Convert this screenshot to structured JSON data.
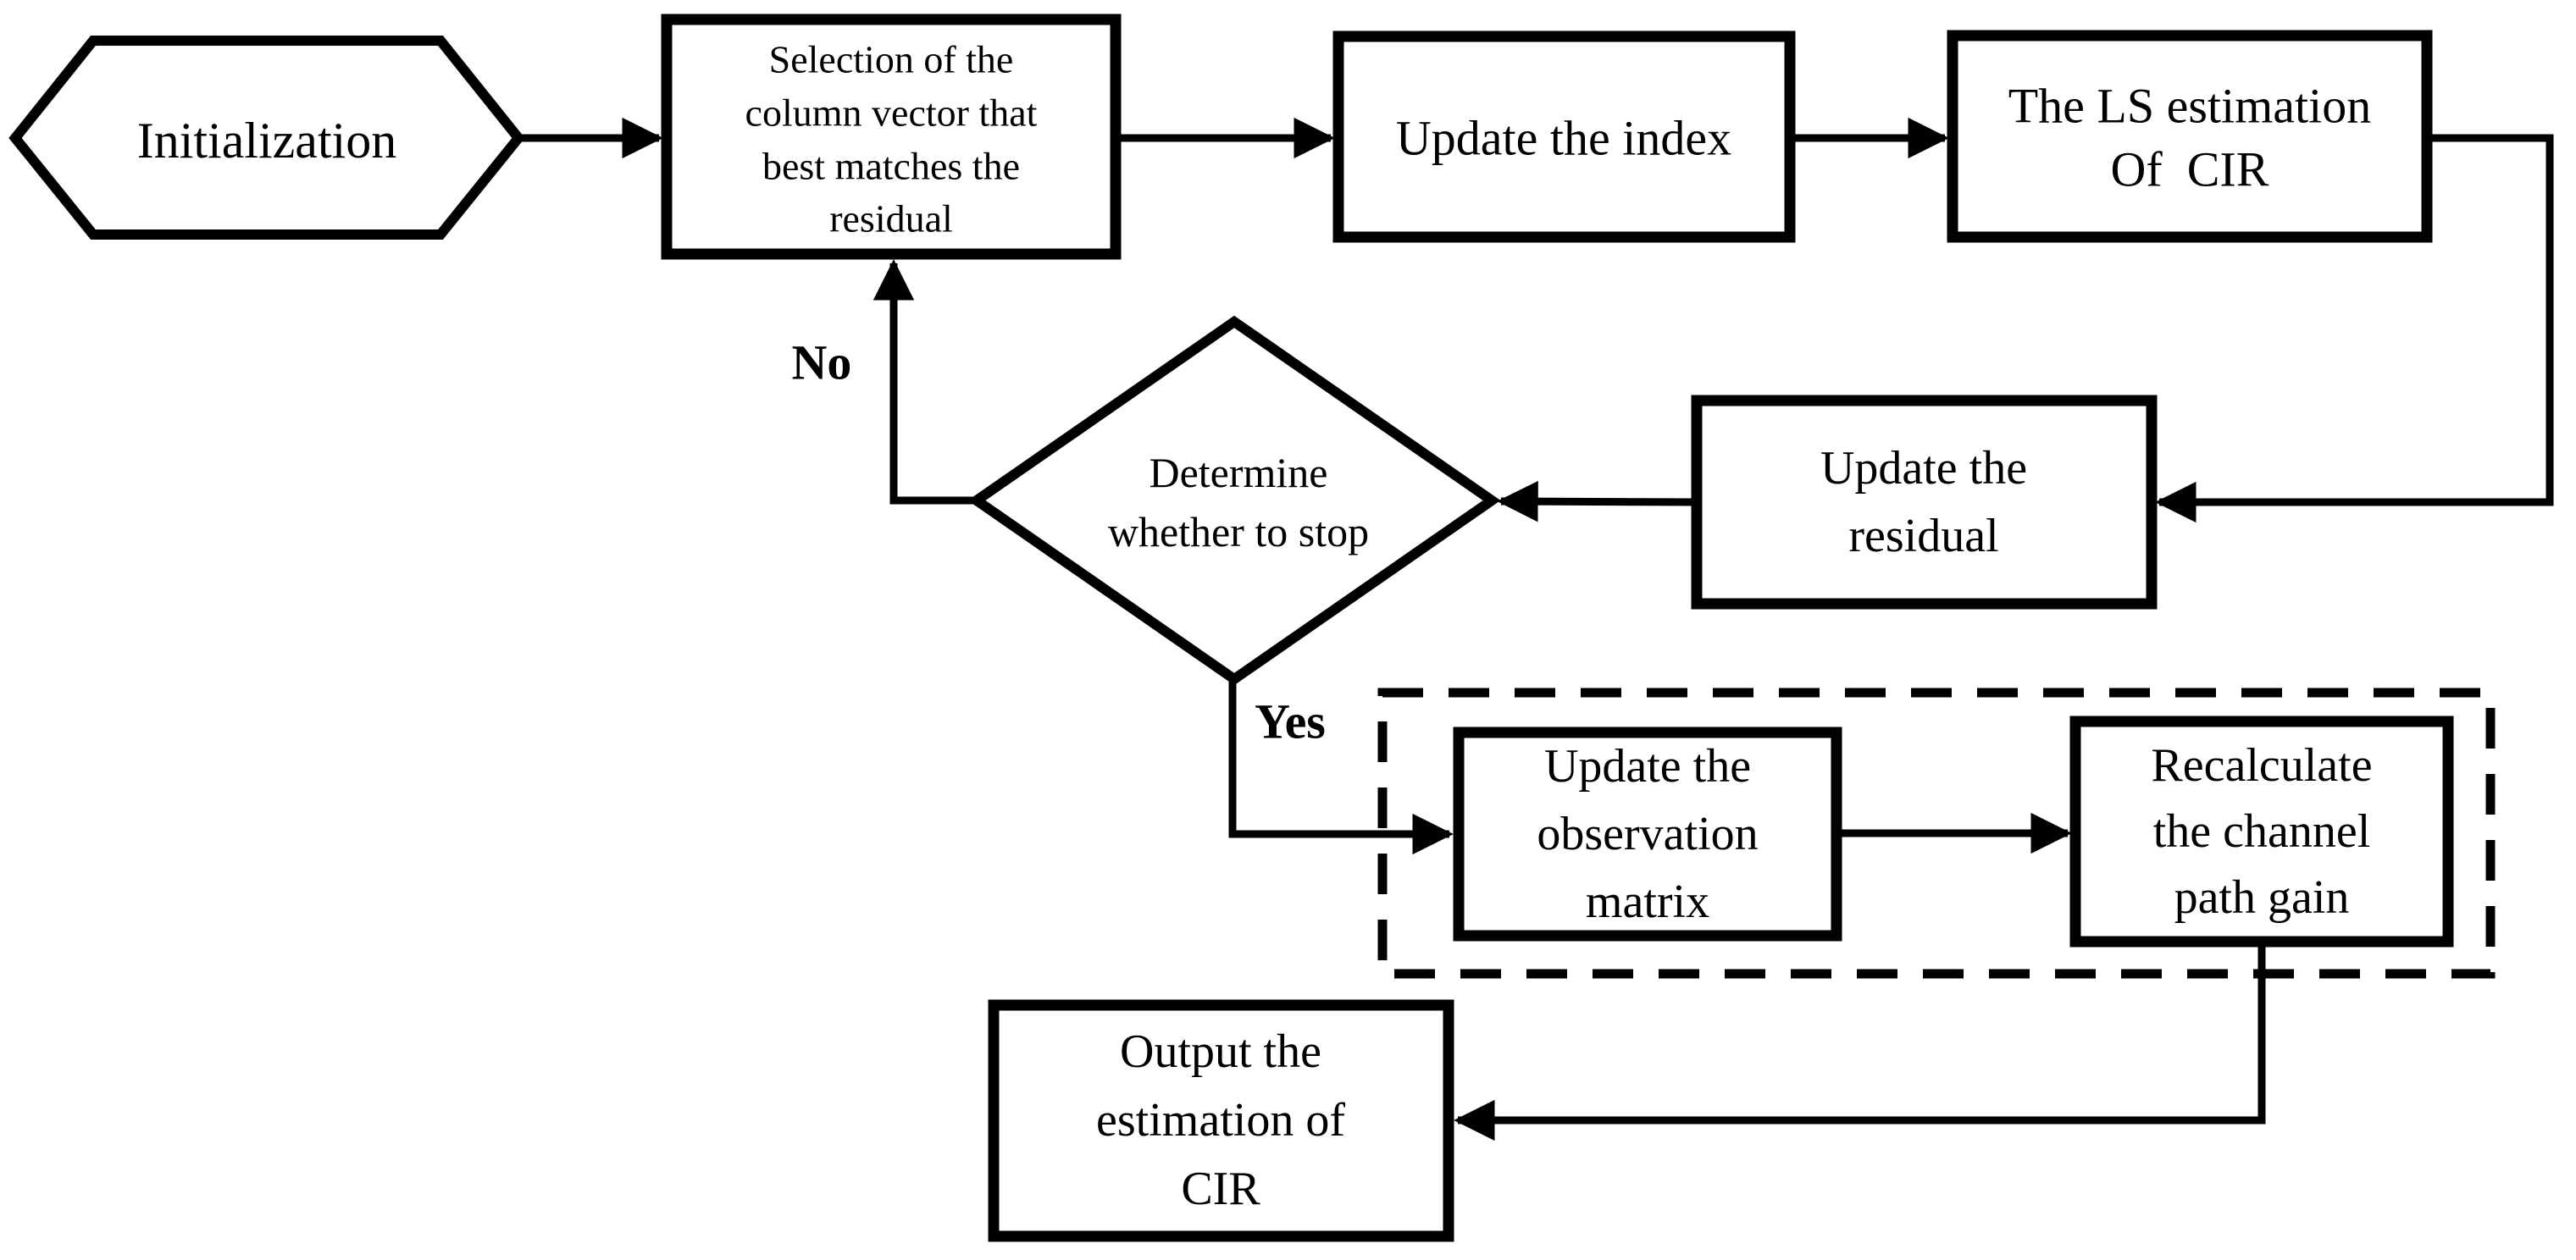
{
  "figure": {
    "title": "OMP channel estimation flowchart",
    "background_color": "#ffffff",
    "line_color": "#000000",
    "nodes": {
      "initialization": {
        "shape": "hexagon",
        "label": "Initialization"
      },
      "selection": {
        "shape": "rect",
        "lines": [
          "Selection of the",
          "column vector that",
          "best matches the",
          "residual"
        ]
      },
      "update_index": {
        "shape": "rect",
        "lines": [
          "Update the index"
        ]
      },
      "ls_estimation": {
        "shape": "rect",
        "lines": [
          "The LS estimation",
          "Of  CIR"
        ]
      },
      "update_residual": {
        "shape": "rect",
        "lines": [
          "Update the",
          "residual"
        ]
      },
      "determine_stop": {
        "shape": "diamond",
        "lines": [
          "Determine",
          "whether to stop"
        ]
      },
      "update_observation": {
        "shape": "rect",
        "lines": [
          "Update the",
          "observation",
          "matrix"
        ]
      },
      "recalculate_gain": {
        "shape": "rect",
        "lines": [
          "Recalculate",
          "the channel",
          "path gain"
        ]
      },
      "output_cir": {
        "shape": "rect",
        "lines": [
          "Output the",
          "estimation of",
          "CIR"
        ]
      }
    },
    "edge_labels": {
      "no": "No",
      "yes": "Yes"
    }
  }
}
